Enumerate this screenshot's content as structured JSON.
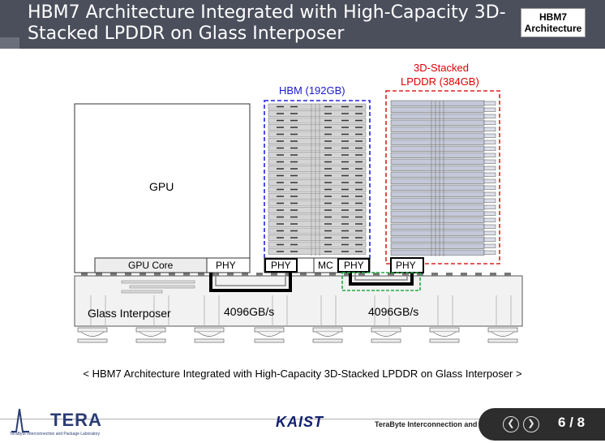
{
  "title": {
    "text": "HBM7 Architecture Integrated with High-Capacity 3D-Stacked LPDDR on Glass Interposer",
    "badge_line1": "HBM7",
    "badge_line2": "Architecture"
  },
  "diagram": {
    "gpu_label": "GPU",
    "gpu_core_label": "GPU Core",
    "gpu_phy_label": "PHY",
    "hbm_label": "HBM (192GB)",
    "hbm_phy_left": "PHY",
    "hbm_mc": "MC",
    "hbm_phy_right": "PHY",
    "lpddr_label_line1": "3D-Stacked",
    "lpddr_label_line2": "LPDDR (384GB)",
    "lpddr_phy": "PHY",
    "interposer_label": "Glass Interposer",
    "bandwidth_left": "4096GB/s",
    "bandwidth_right": "4096GB/s",
    "colors": {
      "hbm_box": "#2222dd",
      "lpddr_box": "#dd2222",
      "link_box": "#22aa44",
      "red_text": "#dd0000",
      "blue_text": "#1a1acc"
    }
  },
  "caption": "< HBM7 Architecture Integrated with High-Capacity 3D-Stacked LPDDR on Glass Interposer >",
  "footer": {
    "logo_text": "TERA",
    "logo_sub": "TeraByte Interconnection and Package Laboratory",
    "kaist": "KAIST",
    "lab_name": "TeraByte Interconnection and Package Laboratory",
    "page_current": "6",
    "page_total": "8",
    "page_separator": "/"
  }
}
